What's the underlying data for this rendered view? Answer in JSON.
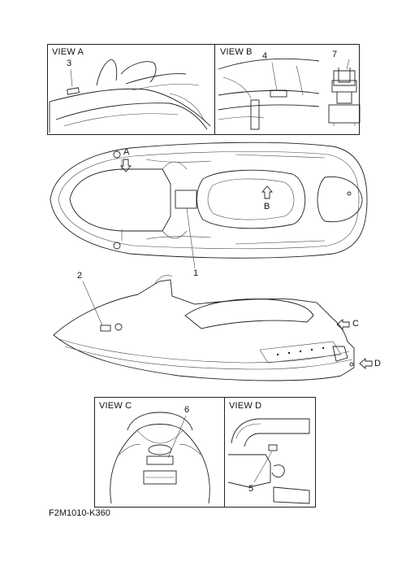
{
  "views": {
    "a": {
      "title": "VIEW A",
      "callout": "3"
    },
    "b": {
      "title": "VIEW B",
      "callouts": [
        "4",
        "7"
      ]
    },
    "c": {
      "title": "VIEW C",
      "callout": "6"
    },
    "d": {
      "title": "VIEW D",
      "callout": "5"
    }
  },
  "top_view": {
    "arrow_labels": [
      "A",
      "B"
    ],
    "callout": "1"
  },
  "side_view": {
    "callout": "2",
    "arrow_labels": [
      "C",
      "D"
    ]
  },
  "reference_code": "F2M1010-K360"
}
